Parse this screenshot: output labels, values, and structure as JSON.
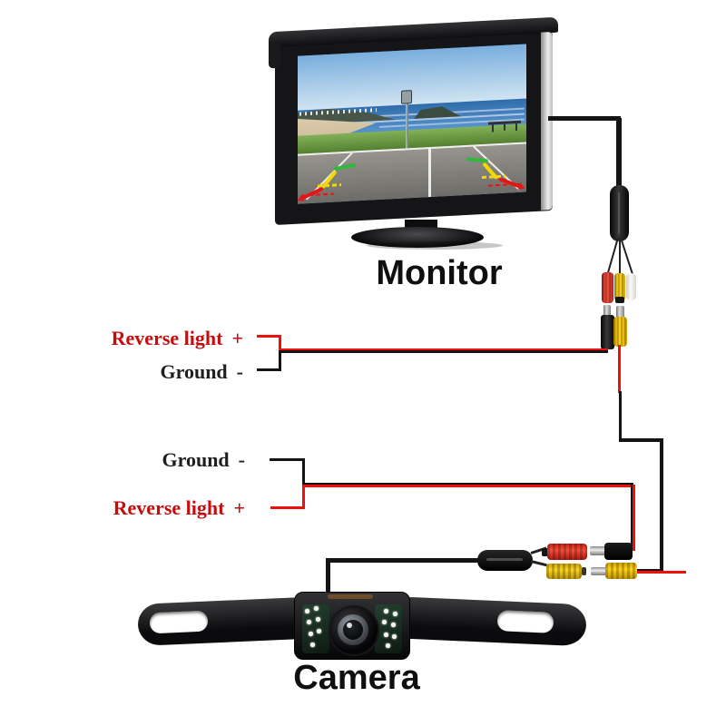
{
  "monitor": {
    "label": "Monitor"
  },
  "camera": {
    "label": "Camera"
  },
  "wire_labels": {
    "top": [
      {
        "text": "Reverse light",
        "sign": "+"
      },
      {
        "text": "Ground",
        "sign": "-"
      }
    ],
    "bottom": [
      {
        "text": "Ground",
        "sign": "-"
      },
      {
        "text": "Reverse light",
        "sign": "+"
      }
    ]
  },
  "connectors": {
    "monitor_side": [
      "red-rca-female",
      "yellow-rca-female",
      "white-rca-female",
      "dc-barrel-plug-male",
      "yellow-rca-male"
    ],
    "camera_side": [
      "red-rca-female",
      "dc-barrel-plug-male",
      "yellow-rca-female",
      "yellow-rca-male"
    ]
  },
  "colors": {
    "label_red": "#c60d0d",
    "label_black": "#1e1e1e",
    "wire_red": "#ee100c",
    "wire_black": "#141414",
    "title_color": "#0f0f0f"
  }
}
